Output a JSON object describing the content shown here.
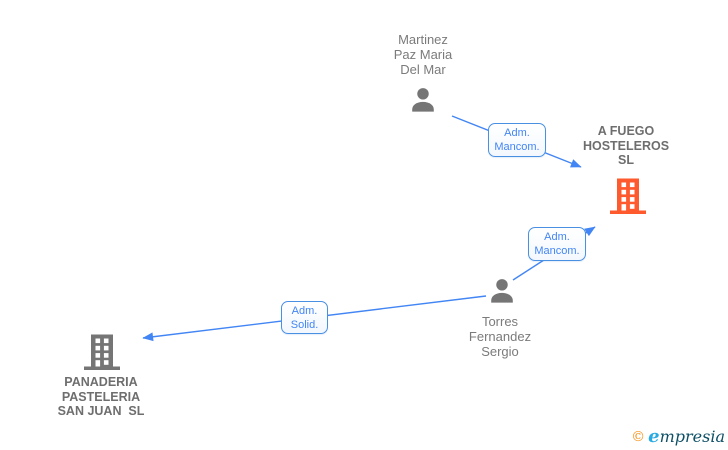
{
  "diagram": {
    "nodes": {
      "martinez": {
        "type": "person",
        "name": "Martinez\nPaz Maria\nDel Mar"
      },
      "a_fuego": {
        "type": "company",
        "name": "A FUEGO\nHOSTELEROS\nSL"
      },
      "torres": {
        "type": "person",
        "name": "Torres\nFernandez\nSergio"
      },
      "panaderia": {
        "type": "company",
        "name": "PANADERIA\nPASTELERIA\nSAN JUAN  SL"
      }
    },
    "edges": [
      {
        "from": "martinez",
        "to": "a_fuego",
        "label": "Adm.\nMancom."
      },
      {
        "from": "torres",
        "to": "a_fuego",
        "label": "Adm.\nMancom."
      },
      {
        "from": "torres",
        "to": "panaderia",
        "label": "Adm.\nSolid."
      }
    ]
  },
  "watermark": {
    "symbol": "©",
    "brand_first_letter": "e",
    "brand_rest": "mpresia"
  },
  "colors": {
    "edge_blue": "#4285f4",
    "edge_label_border_blue": "#4a90e2",
    "person_icon_gray": "#757575",
    "person_text_gray": "#7b7b7b",
    "company_text_gray": "#6e6e6e",
    "company_building_orange": "#ff5a2d",
    "company_building_gray": "#757575",
    "watermark_orange": "#f7941d",
    "watermark_light_blue": "#29abe2",
    "watermark_dark_teal": "#0d4f66"
  }
}
